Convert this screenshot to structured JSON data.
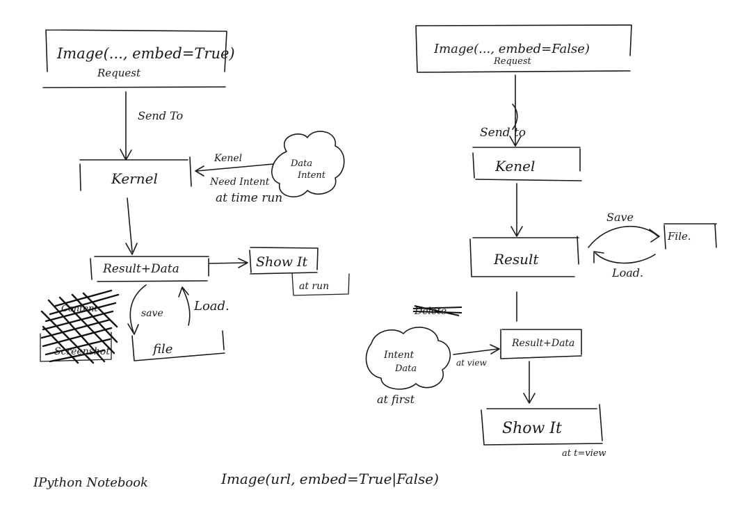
{
  "left_flow": {
    "request_box": {
      "line1": "Image(..., embed=True)",
      "line2": "Request"
    },
    "send_to": "Send To",
    "kernel": "Kernel",
    "data_intent_cloud": {
      "line1": "Data",
      "line2": "Intent"
    },
    "kernel_note": {
      "line1": "Kenel",
      "line2": "Need Intent",
      "line3": "at time run"
    },
    "result_data": "Result+Data",
    "show_it": "Show It",
    "at_run": "at run",
    "save": "save",
    "load": "Load.",
    "file": "file",
    "crossed_out_upper": "Content",
    "crossed_out_box": "Screenshot"
  },
  "right_flow": {
    "request_box": {
      "line1": "Image(..., embed=False)",
      "line2": "Request"
    },
    "send_to": "Send to",
    "kernel": "Kenel",
    "result": "Result",
    "save": "Save",
    "load": "Load.",
    "file": "File.",
    "crossed_out_label": "Delete",
    "intent_cloud": {
      "line1": "Intent",
      "line2": "Data"
    },
    "at_view": "at view",
    "at_first": "at first",
    "result_data": "Result+Data",
    "show_it": "Show It",
    "show_at_view": "at t=view"
  },
  "footer": {
    "notebook": "IPython Notebook",
    "signature": "Image(url, embed=True|False)"
  }
}
